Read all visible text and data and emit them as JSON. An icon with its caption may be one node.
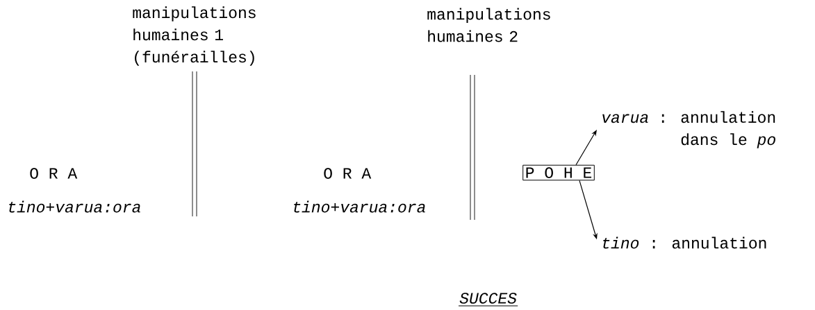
{
  "diagram": {
    "nodes": [
      {
        "text": [
          "P O H E"
        ]
      },
      {
        "text": [
          "*varua* : annulation dans le *po*"
        ]
      },
      {
        "text": [
          "*tino* : annulation"
        ]
      }
    ],
    "edges": [
      {
        "from": 0,
        "to": 1,
        "arrow": "to"
      },
      {
        "from": 0,
        "to": 2,
        "arrow": "to"
      }
    ],
    "labels": [
      "manipulations humaines 1 (funérailles)",
      "manipulations humaines 2",
      "O R A",
      "O R A",
      "tino+varua:ora",
      "tino+varua:ora",
      "SUCCES"
    ]
  }
}
